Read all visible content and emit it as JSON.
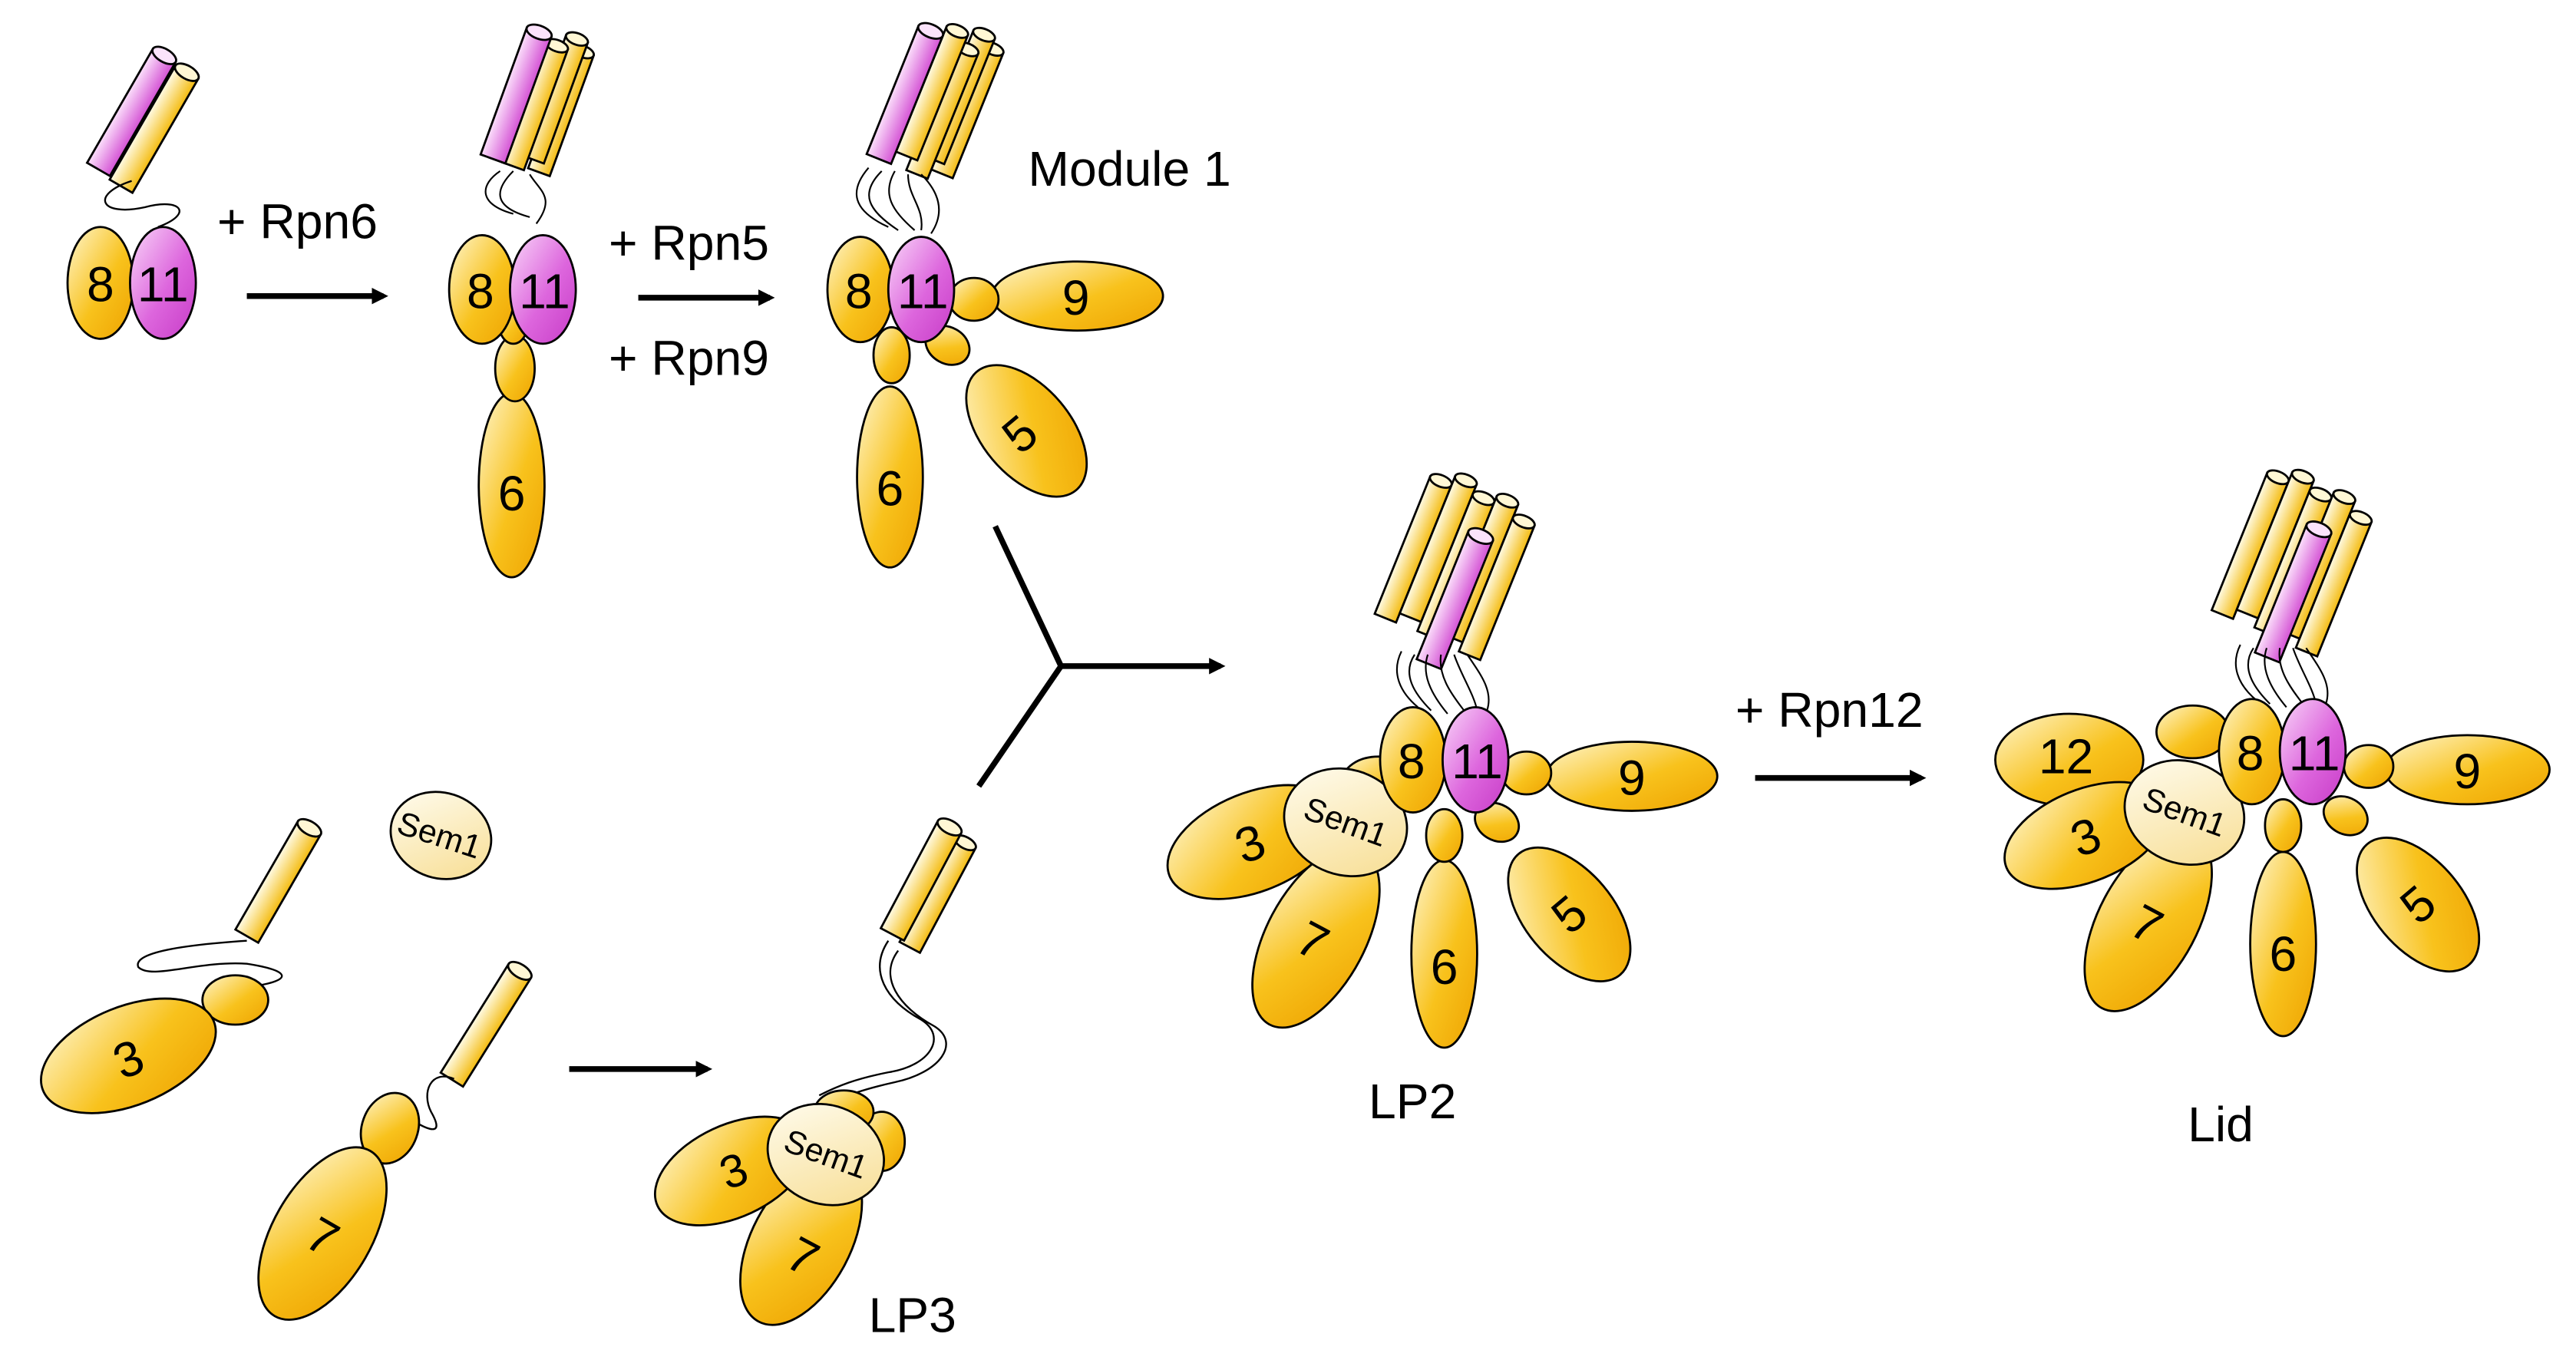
{
  "labels": {
    "add_rpn6": "+ Rpn6",
    "add_rpn5": "+ Rpn5",
    "add_rpn9": "+ Rpn9",
    "add_rpn12": "+ Rpn12",
    "module1": "Module 1",
    "lp2": "LP2",
    "lp3": "LP3",
    "lid": "Lid"
  },
  "subunits": {
    "rpn8": "8",
    "rpn11": "11",
    "rpn6": "6",
    "rpn9": "9",
    "rpn5": "5",
    "rpn3": "3",
    "rpn7": "7",
    "rpn12": "12",
    "sem1": "Sem1"
  },
  "colors": {
    "orange": "#f5b400",
    "orange_light": "#fff4c8",
    "magenta": "#d85ad8",
    "magenta_light": "#f8d4f8",
    "sem1": "#fff0c6",
    "stroke": "#000000"
  }
}
